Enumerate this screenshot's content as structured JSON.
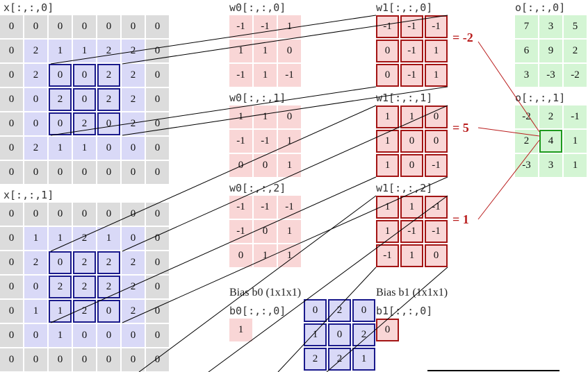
{
  "input": {
    "x0": {
      "label": "x[:,:,0]",
      "rows": [
        [
          "0",
          "0",
          "0",
          "0",
          "0",
          "0",
          "0"
        ],
        [
          "0",
          "2",
          "1",
          "1",
          "2",
          "2",
          "0"
        ],
        [
          "0",
          "2",
          "0",
          "0",
          "2",
          "2",
          "0"
        ],
        [
          "0",
          "0",
          "2",
          "0",
          "2",
          "2",
          "0"
        ],
        [
          "0",
          "0",
          "0",
          "2",
          "0",
          "2",
          "0"
        ],
        [
          "0",
          "2",
          "1",
          "1",
          "0",
          "0",
          "0"
        ],
        [
          "0",
          "0",
          "0",
          "0",
          "0",
          "0",
          "0"
        ]
      ]
    },
    "x1": {
      "label": "x[:,:,1]",
      "rows": [
        [
          "0",
          "0",
          "0",
          "0",
          "0",
          "0",
          "0"
        ],
        [
          "0",
          "1",
          "1",
          "2",
          "1",
          "0",
          "0"
        ],
        [
          "0",
          "2",
          "0",
          "2",
          "2",
          "2",
          "0"
        ],
        [
          "0",
          "0",
          "2",
          "2",
          "2",
          "2",
          "0"
        ],
        [
          "0",
          "1",
          "1",
          "2",
          "0",
          "2",
          "0"
        ],
        [
          "0",
          "0",
          "1",
          "0",
          "0",
          "0",
          "0"
        ],
        [
          "0",
          "0",
          "0",
          "0",
          "0",
          "0",
          "0"
        ]
      ]
    },
    "x2_partial": {
      "rows": [
        [
          "0",
          "2",
          "0"
        ],
        [
          "1",
          "0",
          "2"
        ],
        [
          "2",
          "2",
          "1"
        ]
      ]
    }
  },
  "filters": {
    "w0": [
      {
        "label": "w0[:,:,0]",
        "rows": [
          [
            "-1",
            "-1",
            "1"
          ],
          [
            "1",
            "1",
            "0"
          ],
          [
            "-1",
            "1",
            "-1"
          ]
        ]
      },
      {
        "label": "w0[:,:,1]",
        "rows": [
          [
            "1",
            "1",
            "0"
          ],
          [
            "-1",
            "-1",
            "1"
          ],
          [
            "0",
            "0",
            "1"
          ]
        ]
      },
      {
        "label": "w0[:,:,2]",
        "rows": [
          [
            "-1",
            "-1",
            "-1"
          ],
          [
            "-1",
            "0",
            "1"
          ],
          [
            "0",
            "1",
            "1"
          ]
        ]
      }
    ],
    "w1": [
      {
        "label": "w1[:,:,0]",
        "rows": [
          [
            "-1",
            "-1",
            "-1"
          ],
          [
            "0",
            "-1",
            "1"
          ],
          [
            "0",
            "-1",
            "1"
          ]
        ]
      },
      {
        "label": "w1[:,:,1]",
        "rows": [
          [
            "1",
            "1",
            "0"
          ],
          [
            "1",
            "0",
            "0"
          ],
          [
            "1",
            "0",
            "-1"
          ]
        ]
      },
      {
        "label": "w1[:,:,2]",
        "rows": [
          [
            "1",
            "1",
            "-1"
          ],
          [
            "1",
            "-1",
            "-1"
          ],
          [
            "-1",
            "1",
            "0"
          ]
        ]
      }
    ]
  },
  "bias": {
    "b0": {
      "title": "Bias b0 (1x1x1)",
      "label": "b0[:,:,0]",
      "value": "1"
    },
    "b1": {
      "title": "Bias b1 (1x1x1)",
      "label": "b1[:,:,0]",
      "value": "0"
    }
  },
  "output": {
    "o0": {
      "label": "o[:,:,0]",
      "rows": [
        [
          "7",
          "3",
          "5"
        ],
        [
          "6",
          "9",
          "2"
        ],
        [
          "3",
          "-3",
          "-2"
        ]
      ]
    },
    "o1": {
      "label": "o[:,:,1]",
      "rows": [
        [
          "-2",
          "2",
          "-1"
        ],
        [
          "2",
          "4",
          "1"
        ],
        [
          "-3",
          "3",
          "1"
        ]
      ]
    }
  },
  "sums": [
    "= -2",
    "= 5",
    "= 1"
  ],
  "colors": {
    "input_bg": "#dcdcdc",
    "window_bg": "#d9d9f7",
    "filter_bg": "#f9d6d6",
    "output_bg": "#d4f5d4",
    "window_border": "#1a1a8c",
    "filter_border": "#a31414",
    "output_border": "#1d9a1d",
    "sum_text": "#b91c1c"
  }
}
